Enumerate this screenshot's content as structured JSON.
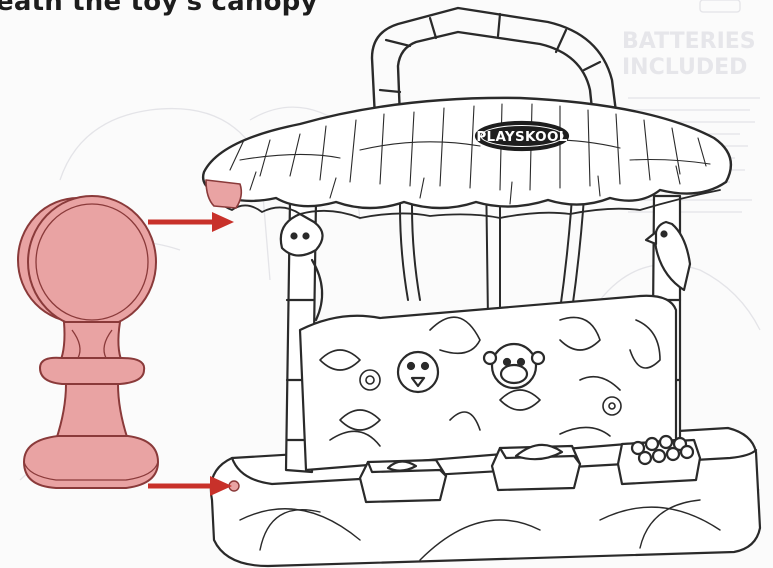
{
  "instruction": {
    "heading": "eath the toy's canopy"
  },
  "toy": {
    "brand_label": "PLAYSKOOL"
  },
  "background_print": {
    "line1": "BATTERIES",
    "line2": "INCLUDED"
  },
  "colors": {
    "arrow": "#c8312a",
    "part_fill": "#e9a3a3",
    "part_stroke": "#8a3a3a",
    "outline": "#2a2a2a",
    "background_lines": "#e4e4e8"
  },
  "icons": {
    "arrow_top": "arrow-right-icon",
    "arrow_bottom": "arrow-right-icon",
    "part": "post-stand-part-icon"
  }
}
